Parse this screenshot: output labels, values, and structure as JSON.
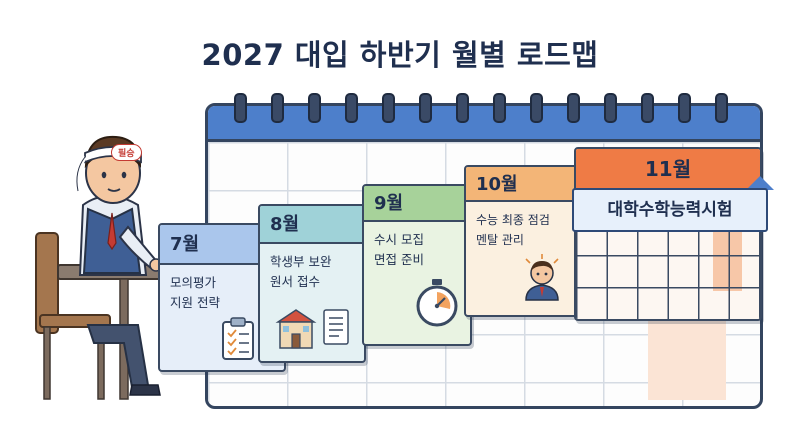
{
  "title": "2027 대입 하반기 월별 로드맵",
  "headband_text": "필승",
  "months": [
    {
      "month": "7월",
      "lines": [
        "모의평가",
        "지원 전략"
      ],
      "icon": "clipboard-checklist-icon",
      "color": "#aac6ec"
    },
    {
      "month": "8월",
      "lines": [
        "학생부 보완",
        "원서 접수"
      ],
      "icon": "school-building-document-icon",
      "color": "#9fd2d8"
    },
    {
      "month": "9월",
      "lines": [
        "수시 모집",
        "면접 준비"
      ],
      "icon": "stopwatch-icon",
      "color": "#a7d29a"
    },
    {
      "month": "10월",
      "lines": [
        "수능 최종 점검",
        "멘탈 관리"
      ],
      "icon": "student-portrait-icon",
      "color": "#f3b577"
    }
  ],
  "november": {
    "month": "11월",
    "banner": "대학수학능력시험",
    "color": "#ef7b45"
  }
}
